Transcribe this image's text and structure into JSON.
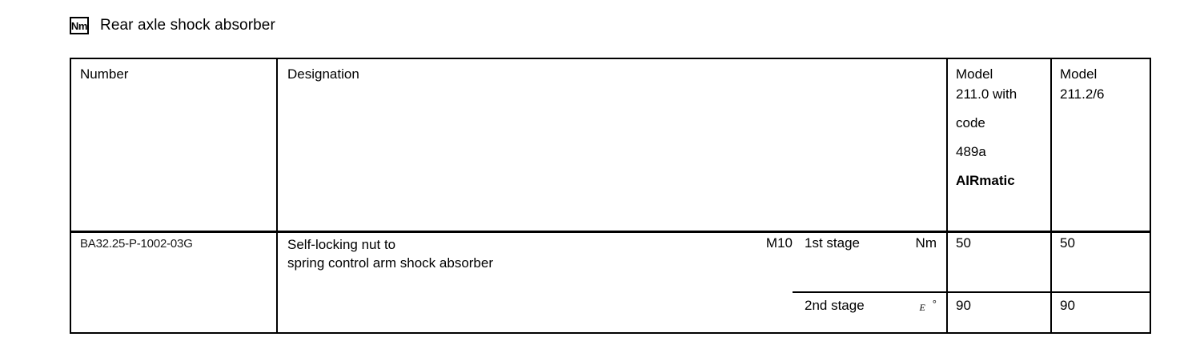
{
  "header": {
    "badge_label": "Nm",
    "badge_icon": "torque-nm-icon",
    "title": "Rear axle shock absorber"
  },
  "table": {
    "columns": {
      "number": "Number",
      "designation": "Designation",
      "model_a_line1": "Model",
      "model_a_line2": "211.0 with",
      "model_a_line3": "code",
      "model_a_line4": "489a",
      "model_a_line5": "AIRmatic",
      "model_b_line1": "Model",
      "model_b_line2": "211.2/6"
    },
    "row": {
      "part_number": "BA32.25-P-1002-03G",
      "designation_line1": "Self-locking nut to",
      "designation_line2": "spring control arm shock absorber",
      "thread": "M10",
      "stage1_label": "1st stage",
      "stage1_unit": "Nm",
      "stage1_model_a": "50",
      "stage1_model_b": "50",
      "stage2_label": "2nd stage",
      "stage2_unit_symbol": "E",
      "stage2_unit_degree": "°",
      "stage2_model_a": "90",
      "stage2_model_b": "90"
    }
  }
}
